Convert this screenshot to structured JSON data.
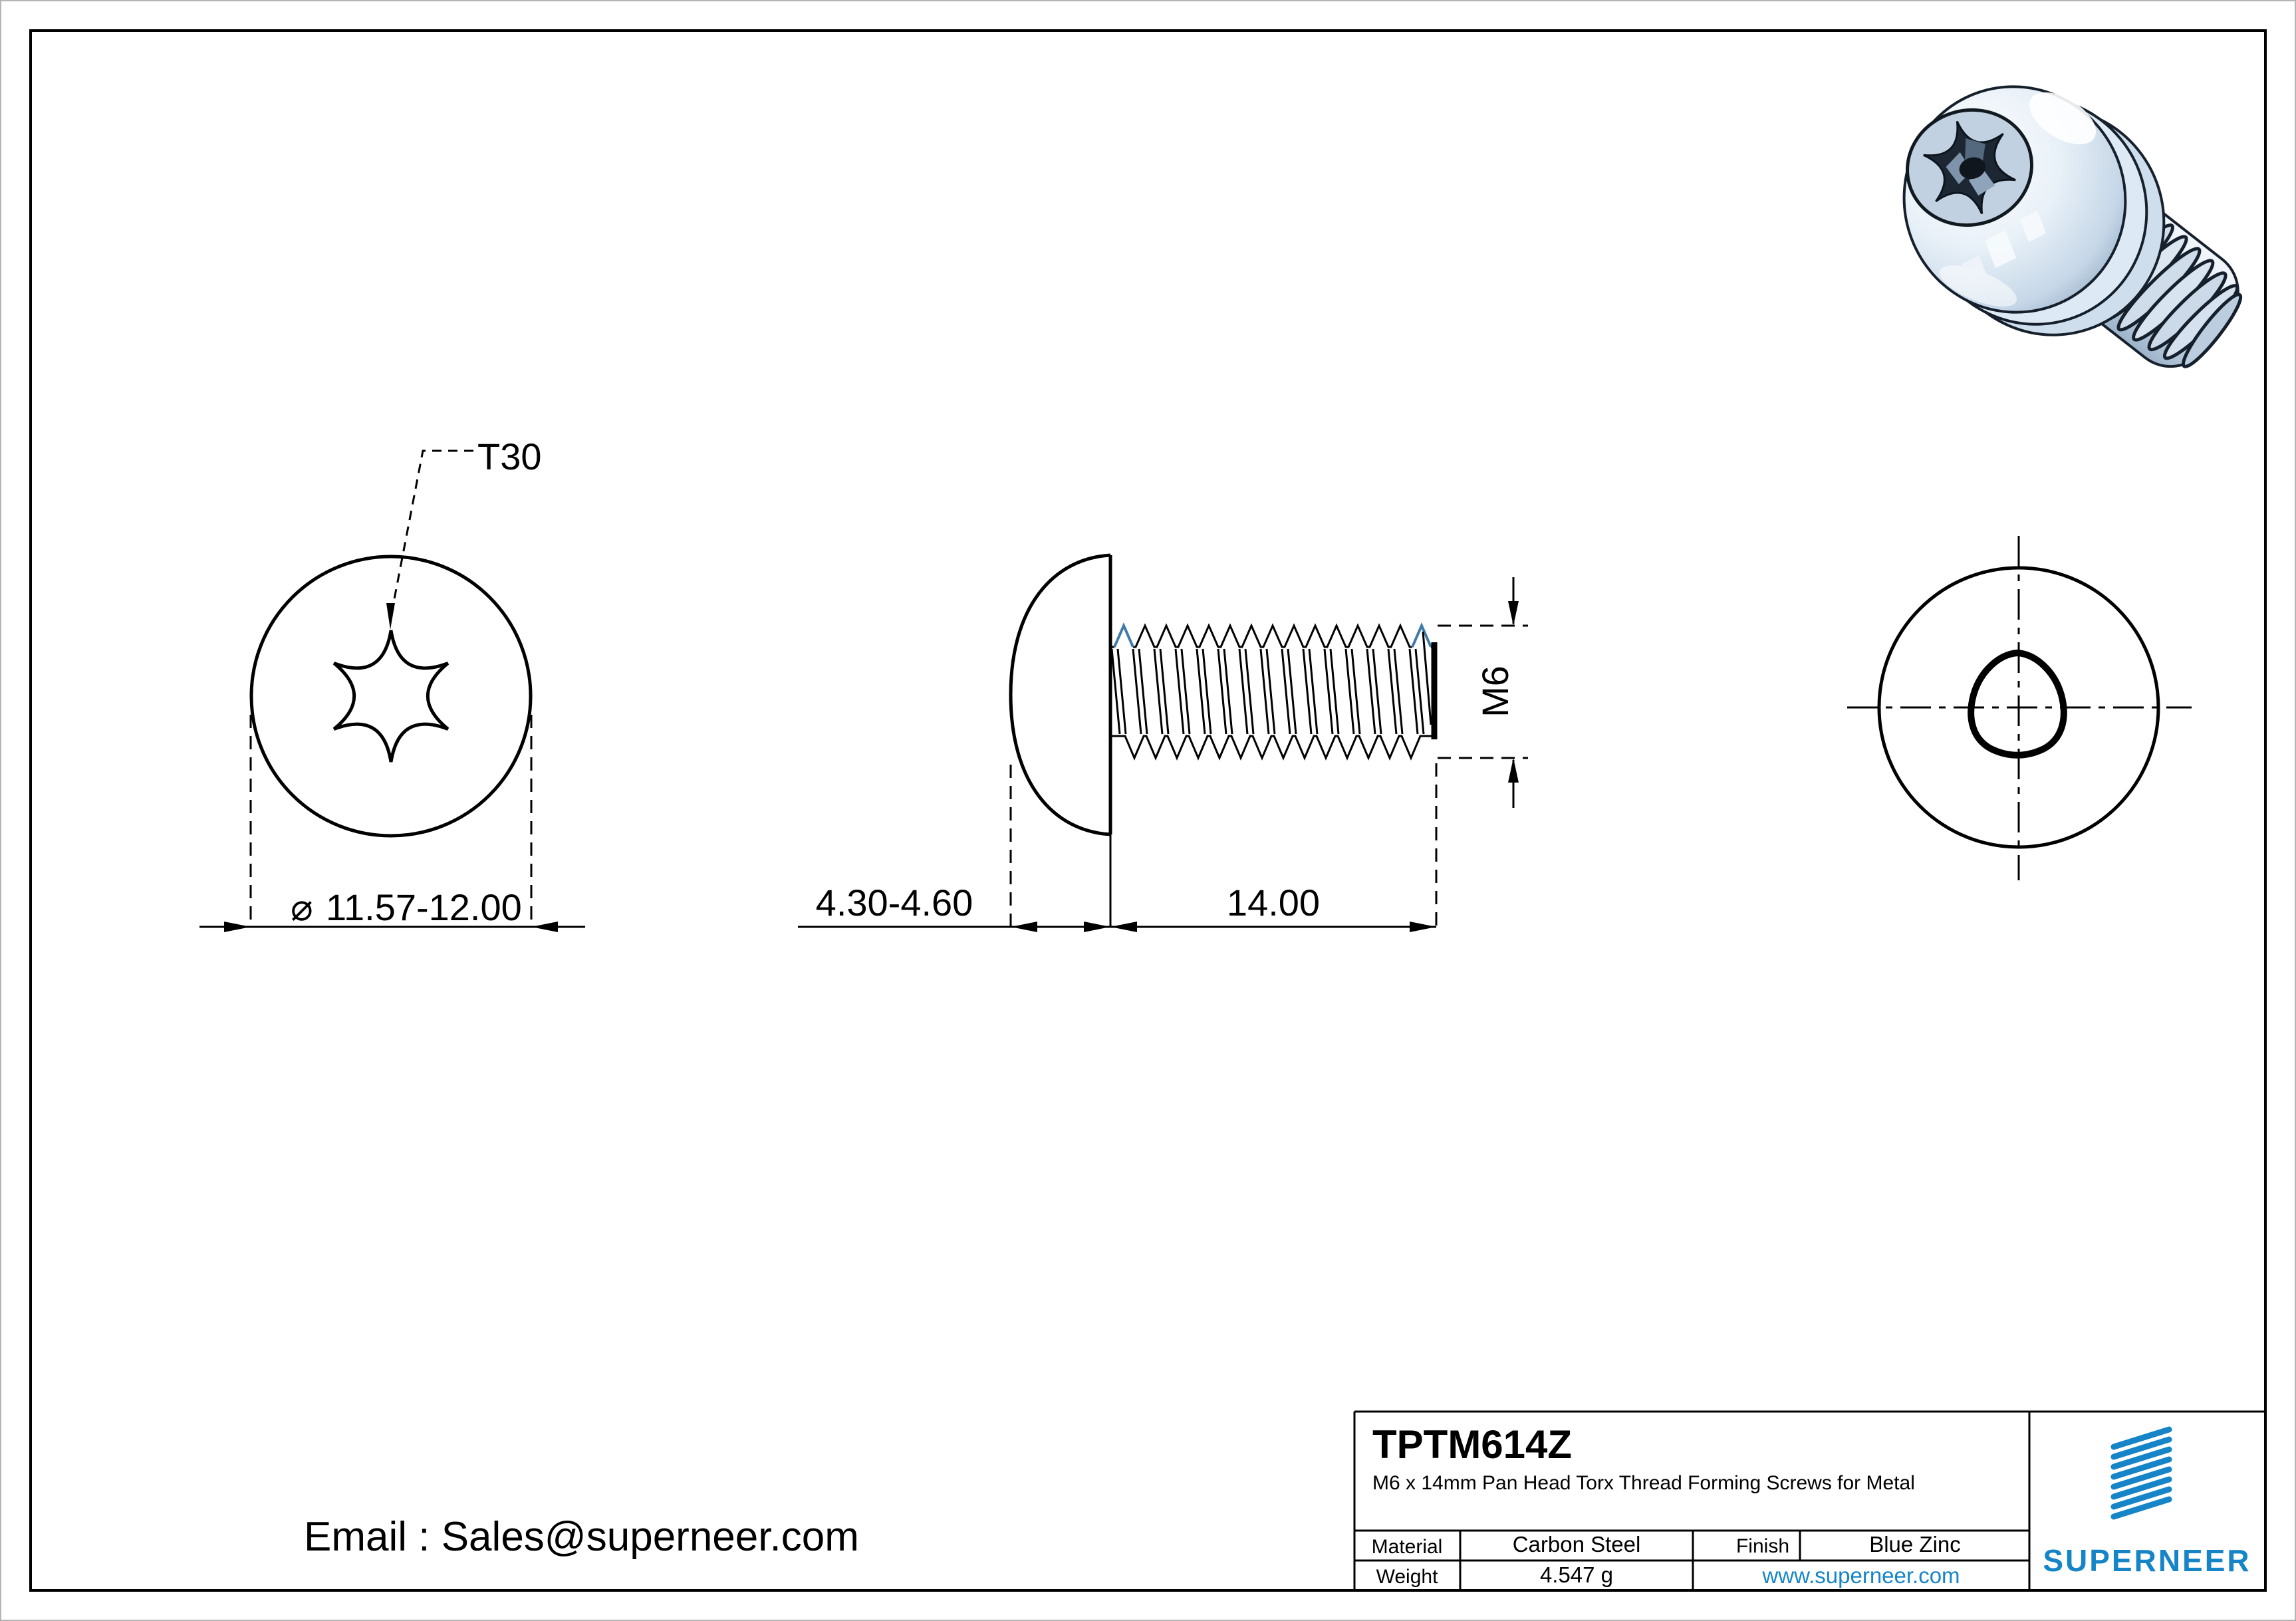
{
  "front_view": {
    "drive_label": "T30",
    "diameter_symbol": "⌀",
    "head_diameter": "11.57-12.00"
  },
  "side_view": {
    "head_height": "4.30-4.60",
    "thread_length": "14.00",
    "thread_size": "M6"
  },
  "title_block": {
    "part_number": "TPTM614Z",
    "description": "M6 x 14mm Pan Head Torx Thread Forming Screws for Metal",
    "material_label": "Material",
    "material_value": "Carbon Steel",
    "finish_label": "Finish",
    "finish_value": "Blue Zinc",
    "weight_label": "Weight",
    "weight_value": "4.547 g",
    "website": "www.superneer.com",
    "brand": "SUPERNEER",
    "accent_color": "#1585c8"
  },
  "footer": {
    "email": "Email : Sales@superneer.com"
  }
}
